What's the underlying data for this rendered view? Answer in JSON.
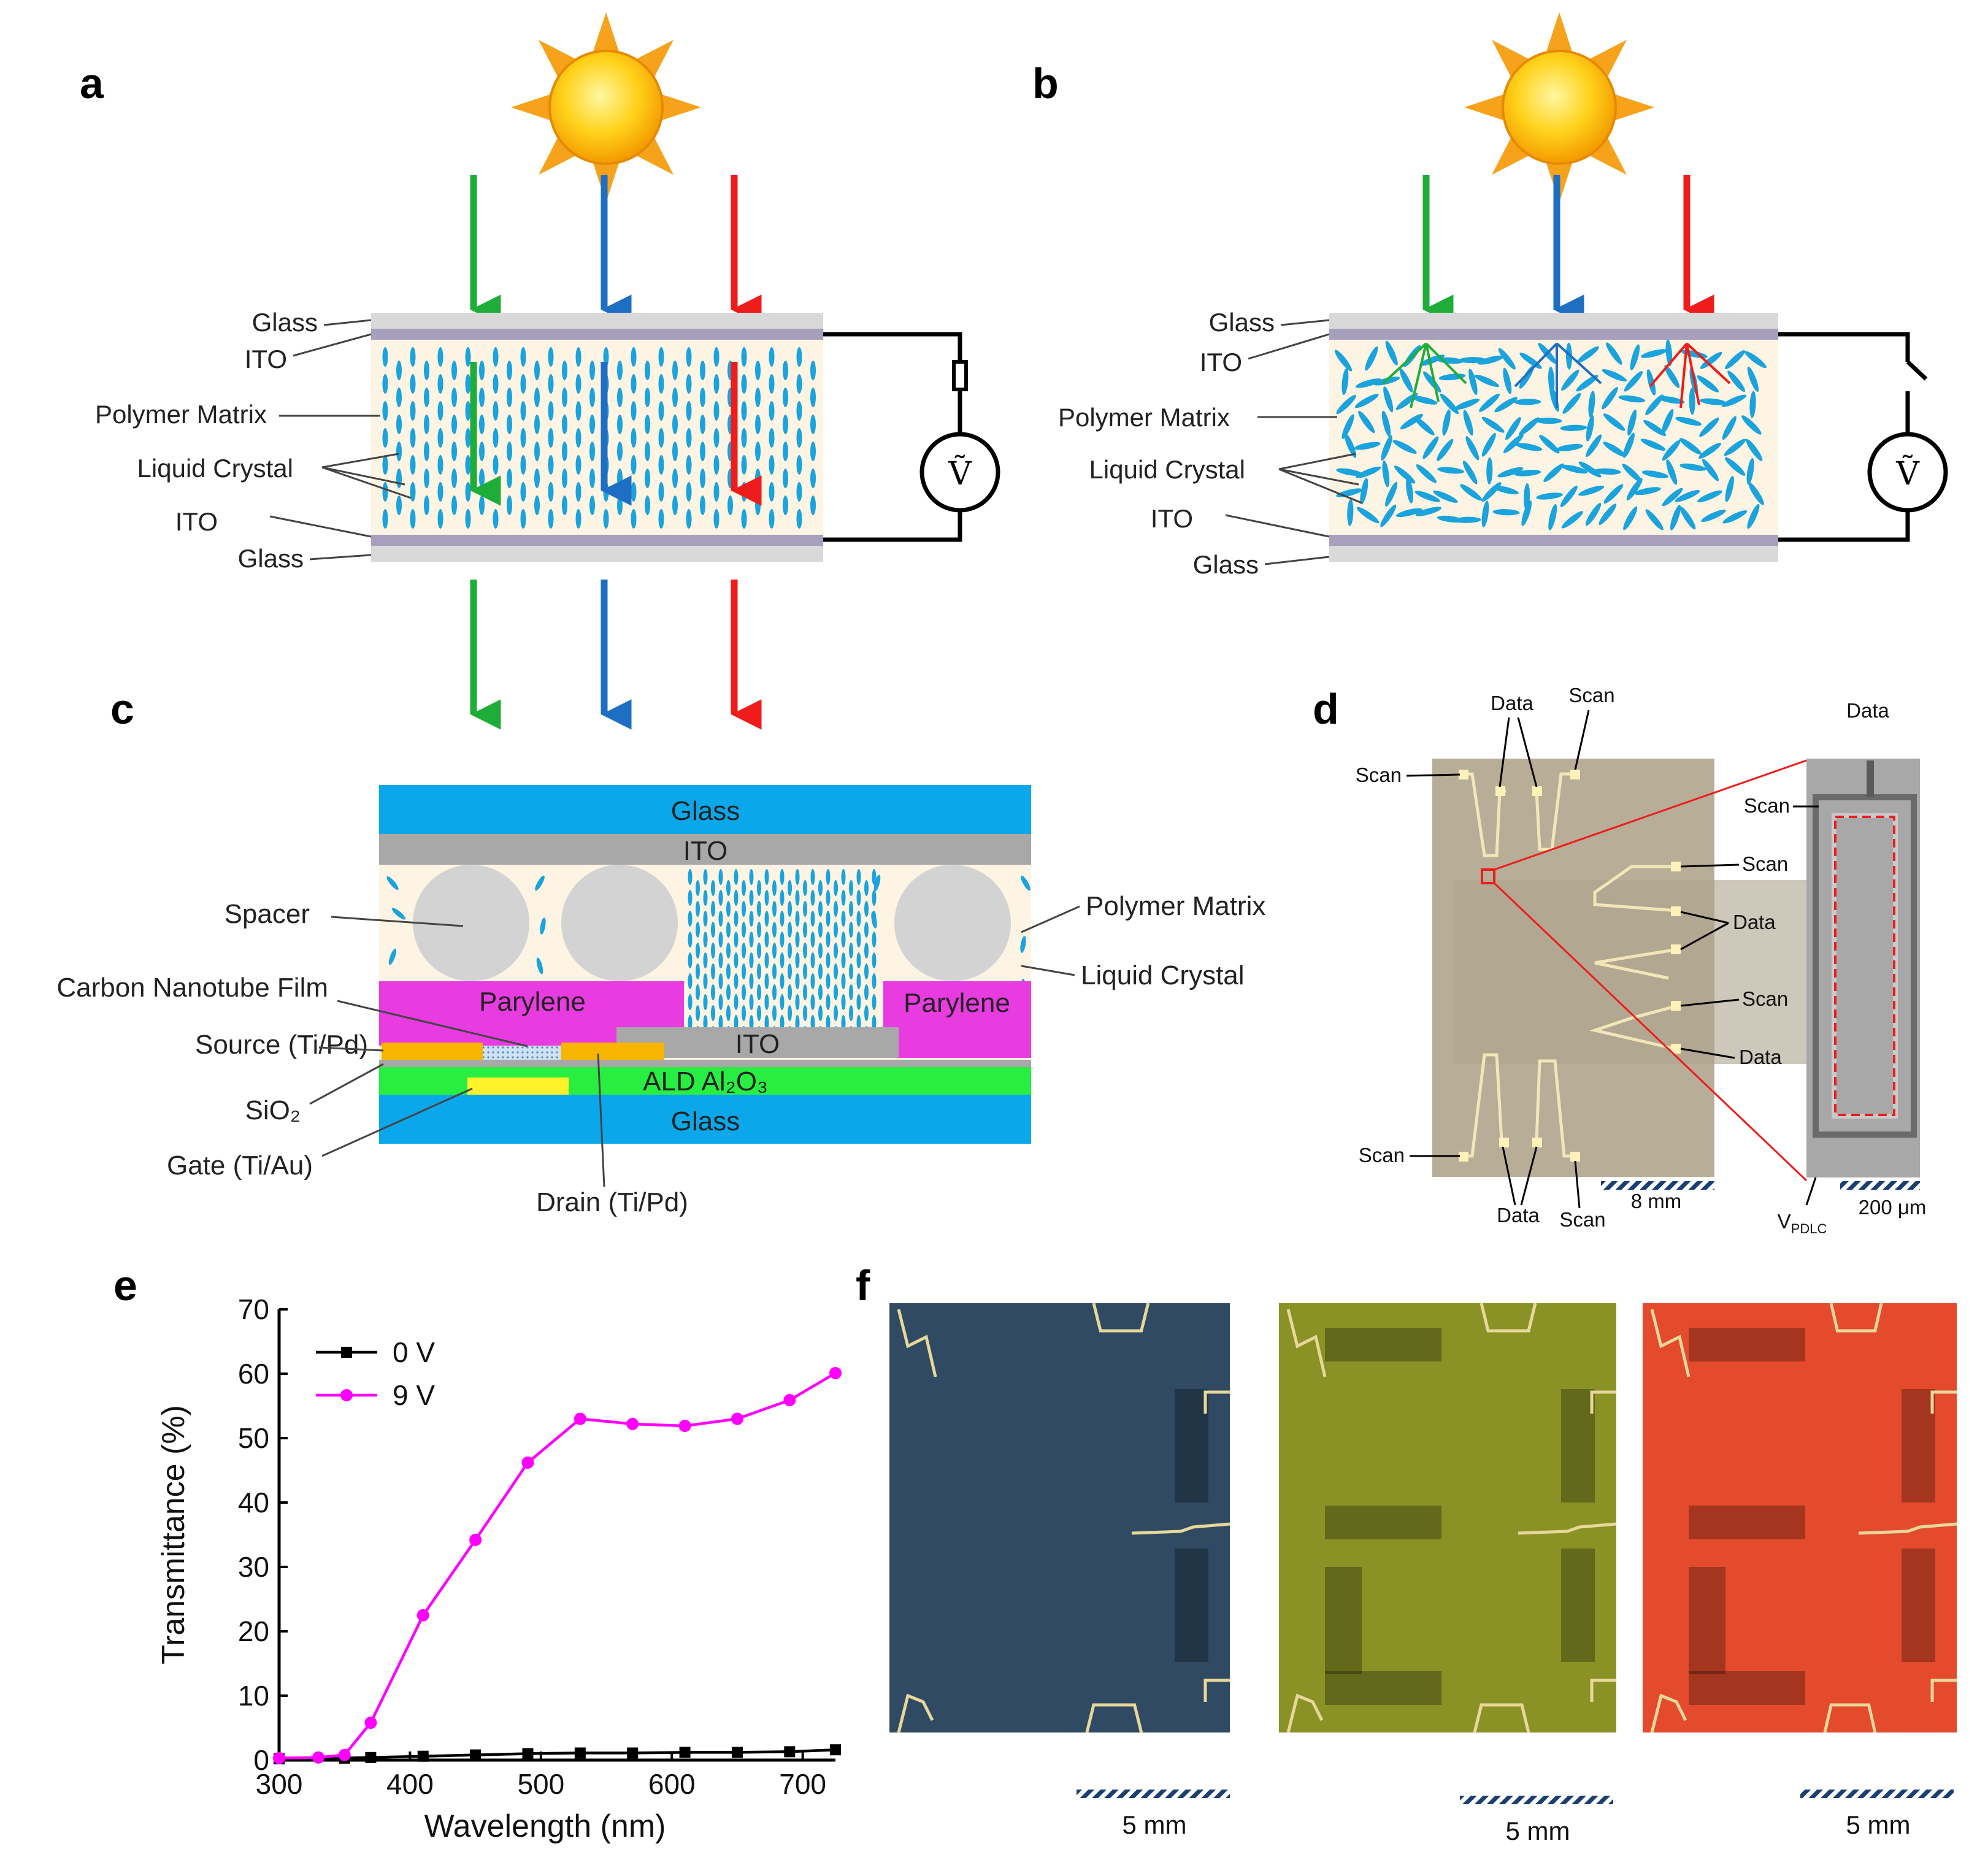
{
  "panels": {
    "a": {
      "letter": "a",
      "labels": [
        "Glass",
        "ITO",
        "Polymer Matrix",
        "Liquid Crystal",
        "ITO",
        "Glass"
      ],
      "voltage": "Ṽ"
    },
    "b": {
      "letter": "b",
      "labels": [
        "Glass",
        "ITO",
        "Polymer Matrix",
        "Liquid Crystal",
        "ITO",
        "Glass"
      ],
      "voltage": "Ṽ"
    },
    "c": {
      "letter": "c",
      "layers": {
        "glass_top": "Glass",
        "ito_top": "ITO",
        "parylene_left": "Parylene",
        "parylene_right": "Parylene",
        "ito_pixel": "ITO",
        "ald": "ALD Al₂O₃",
        "glass_bottom": "Glass"
      },
      "callouts": {
        "spacer": "Spacer",
        "cnt": "Carbon Nanotube Film",
        "source": "Source (Ti/Pd)",
        "sio2": "SiO₂",
        "gate": "Gate (Ti/Au)",
        "drain": "Drain (Ti/Pd)",
        "polymer": "Polymer Matrix",
        "lc": "Liquid Crystal"
      }
    },
    "d": {
      "letter": "d",
      "labels": {
        "scan": "Scan",
        "data": "Data",
        "scalebar_left": "8 mm",
        "scalebar_right": "200 μm",
        "vpdlc": "V",
        "vpdlc_sub": "PDLC"
      }
    },
    "e": {
      "letter": "e"
    },
    "f": {
      "letter": "f",
      "scalebars": [
        "5 mm",
        "5 mm",
        "5 mm"
      ],
      "tints": [
        "#2f4a62",
        "#8a9226",
        "#e44a2c"
      ]
    }
  },
  "chart_data": {
    "type": "line",
    "xlabel": "Wavelength (nm)",
    "ylabel": "Transmittance (%)",
    "xlim": [
      300,
      725
    ],
    "ylim": [
      0,
      70
    ],
    "xticks": [
      300,
      400,
      500,
      600,
      700
    ],
    "yticks": [
      0,
      10,
      20,
      30,
      40,
      50,
      60,
      70
    ],
    "legend_position": "top-left",
    "series": [
      {
        "name": "0 V",
        "color": "#000000",
        "marker": "square",
        "x": [
          300,
          350,
          370,
          410,
          450,
          490,
          530,
          570,
          610,
          650,
          690,
          725
        ],
        "y": [
          0.2,
          0.3,
          0.4,
          0.6,
          0.8,
          1.0,
          1.1,
          1.1,
          1.2,
          1.2,
          1.3,
          1.6
        ]
      },
      {
        "name": "9 V",
        "color": "#ff00ff",
        "marker": "circle",
        "x": [
          300,
          330,
          350,
          370,
          410,
          450,
          490,
          530,
          570,
          610,
          650,
          690,
          725
        ],
        "y": [
          0.3,
          0.4,
          0.8,
          5.8,
          22.5,
          34.2,
          46.2,
          53.0,
          52.2,
          51.9,
          53.0,
          55.9,
          60.1
        ]
      }
    ]
  }
}
